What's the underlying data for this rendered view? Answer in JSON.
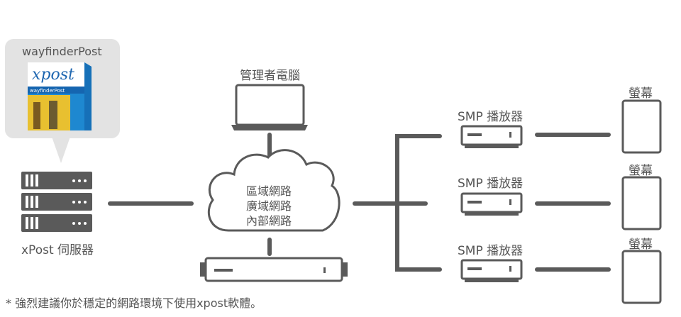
{
  "callout": {
    "product_name": "wayfinderPost",
    "box_brand": "xpost",
    "box_title": "wayfinderPost"
  },
  "nodes": {
    "admin_pc": "管理者電腦",
    "server": "xPost 伺服器",
    "network": [
      "區域網路",
      "廣域網路",
      "內部網路"
    ],
    "players": [
      "SMP 播放器",
      "SMP 播放器",
      "SMP 播放器"
    ],
    "screens": [
      "螢幕",
      "螢幕",
      "螢幕"
    ]
  },
  "footnote": "* 強烈建議你於穩定的網路環境下使用xpost軟體。",
  "colors": {
    "line": "#5a5a5a",
    "device": "#555555",
    "callout_bg": "#e3e3e3",
    "box_blue": "#1e88d0",
    "box_yellow": "#e8c030"
  }
}
